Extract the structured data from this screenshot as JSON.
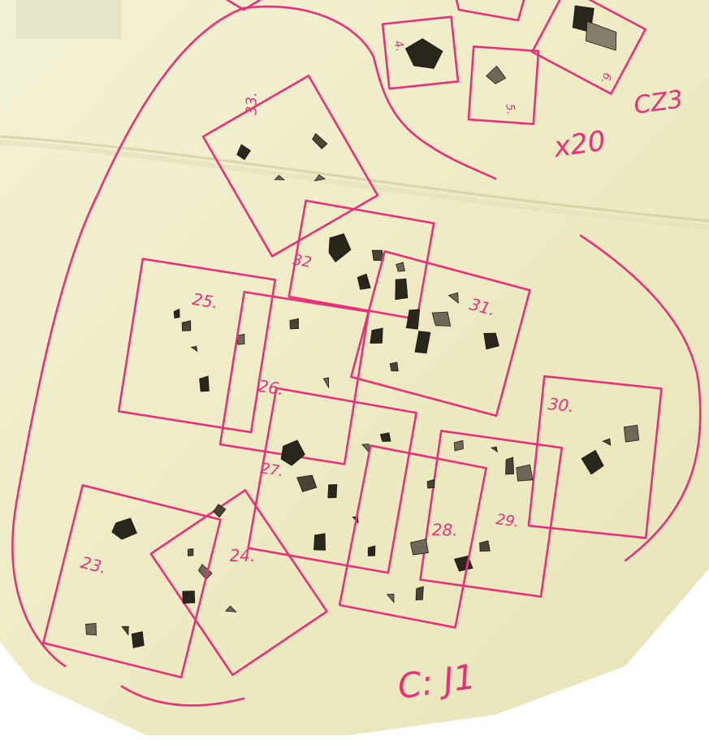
{
  "paper_colors": {
    "paper": "#f0edc8",
    "paper_shadow": "#d9d6ae",
    "ink": "#e8317a",
    "crystal": "#2a261c"
  },
  "notes": {
    "sample": "CZ3",
    "magnification": "x20",
    "mount": "C: J1"
  },
  "photo_labels": {
    "p4": "4.",
    "p5": "5.",
    "p6": "6.",
    "p23": "23.",
    "p24": "24.",
    "p25": "25.",
    "p26": "26.",
    "p27": "27.",
    "p28": "28.",
    "p29": "29.",
    "p30": "30.",
    "p31": "31.",
    "p32": "32",
    "p33": "33."
  }
}
